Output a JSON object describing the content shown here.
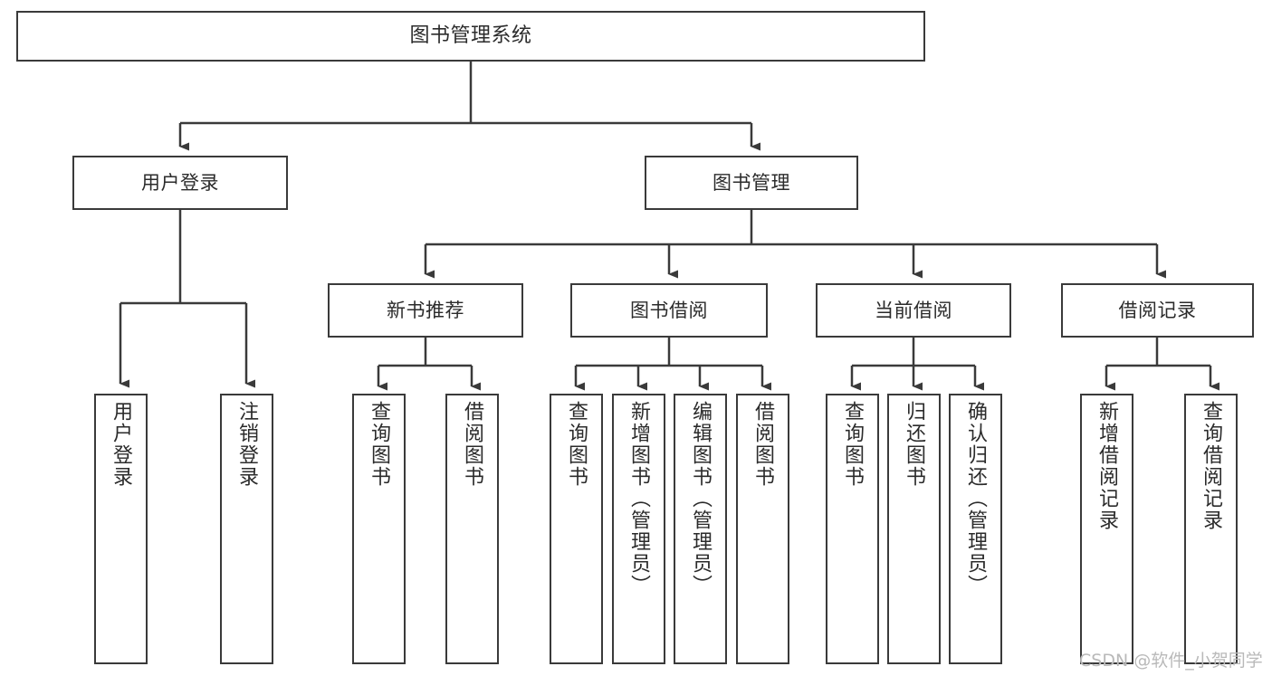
{
  "diagram": {
    "type": "tree-flowchart",
    "title": "图书管理系统",
    "root": {
      "label": "图书管理系统"
    },
    "level1": [
      {
        "label": "用户登录"
      },
      {
        "label": "图书管理"
      }
    ],
    "level2": [
      {
        "label": "新书推荐"
      },
      {
        "label": "图书借阅"
      },
      {
        "label": "当前借阅"
      },
      {
        "label": "借阅记录"
      }
    ],
    "leaves": {
      "user_login": [
        {
          "label": "用户登录"
        },
        {
          "label": "注销登录"
        }
      ],
      "new_book_recommend": [
        {
          "label": "查询图书"
        },
        {
          "label": "借阅图书"
        }
      ],
      "book_borrow": [
        {
          "label": "查询图书"
        },
        {
          "label": "新增图书（管理员）"
        },
        {
          "label": "编辑图书（管理员）"
        },
        {
          "label": "借阅图书"
        }
      ],
      "current_borrow": [
        {
          "label": "查询图书"
        },
        {
          "label": "归还图书"
        },
        {
          "label": "确认归还（管理员）"
        }
      ],
      "borrow_record": [
        {
          "label": "新增借阅记录"
        },
        {
          "label": "查询借阅记录"
        }
      ]
    }
  },
  "watermark": {
    "text": "CSDN @软件_小贺同学"
  },
  "colors": {
    "stroke": "#3a3a3a",
    "text": "#2b2b2b",
    "background": "#ffffff",
    "watermark": "#b9b9b9"
  }
}
